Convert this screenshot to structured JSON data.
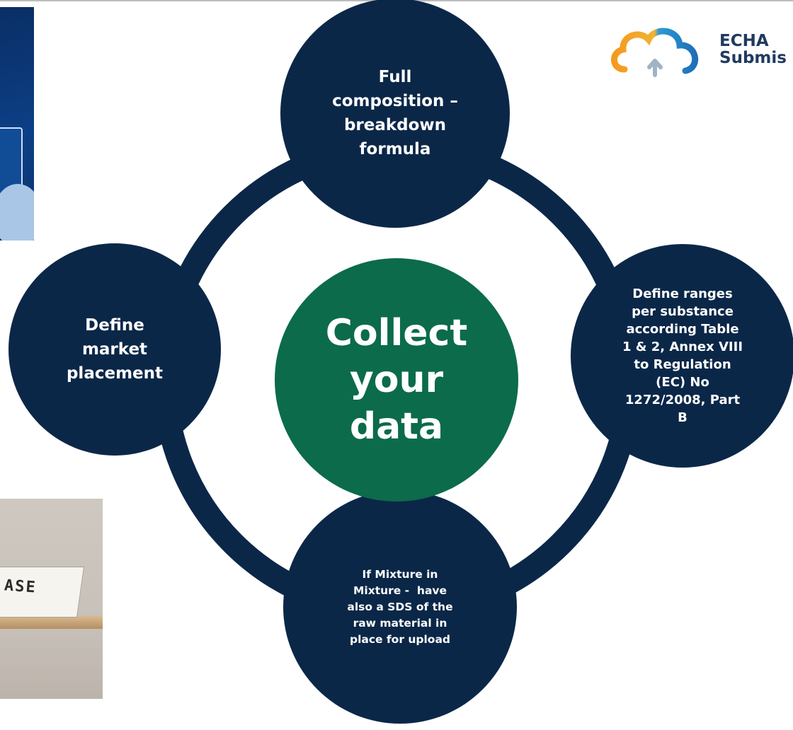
{
  "diagram": {
    "center_label": [
      "Collect",
      "your",
      "data"
    ],
    "nodes": {
      "top": [
        "Full",
        "composition –",
        "breakdown",
        "formula"
      ],
      "right": [
        "Define ranges",
        "per substance",
        "according Table",
        "1 & 2, Annex VIII",
        "to Regulation",
        "(EC) No",
        "1272/2008, Part",
        "B"
      ],
      "bottom": [
        "If Mixture in",
        "Mixture -  have",
        "also a SDS of the",
        "raw material in",
        "place for upload"
      ],
      "left": [
        "Define",
        "market",
        "placement"
      ]
    }
  },
  "logo": {
    "line1": "ECHA",
    "line2": "Submis"
  },
  "photo_text": "ASE",
  "colors": {
    "node": "#0b2748",
    "center": "#0b6b4b",
    "text": "#ffffff"
  }
}
